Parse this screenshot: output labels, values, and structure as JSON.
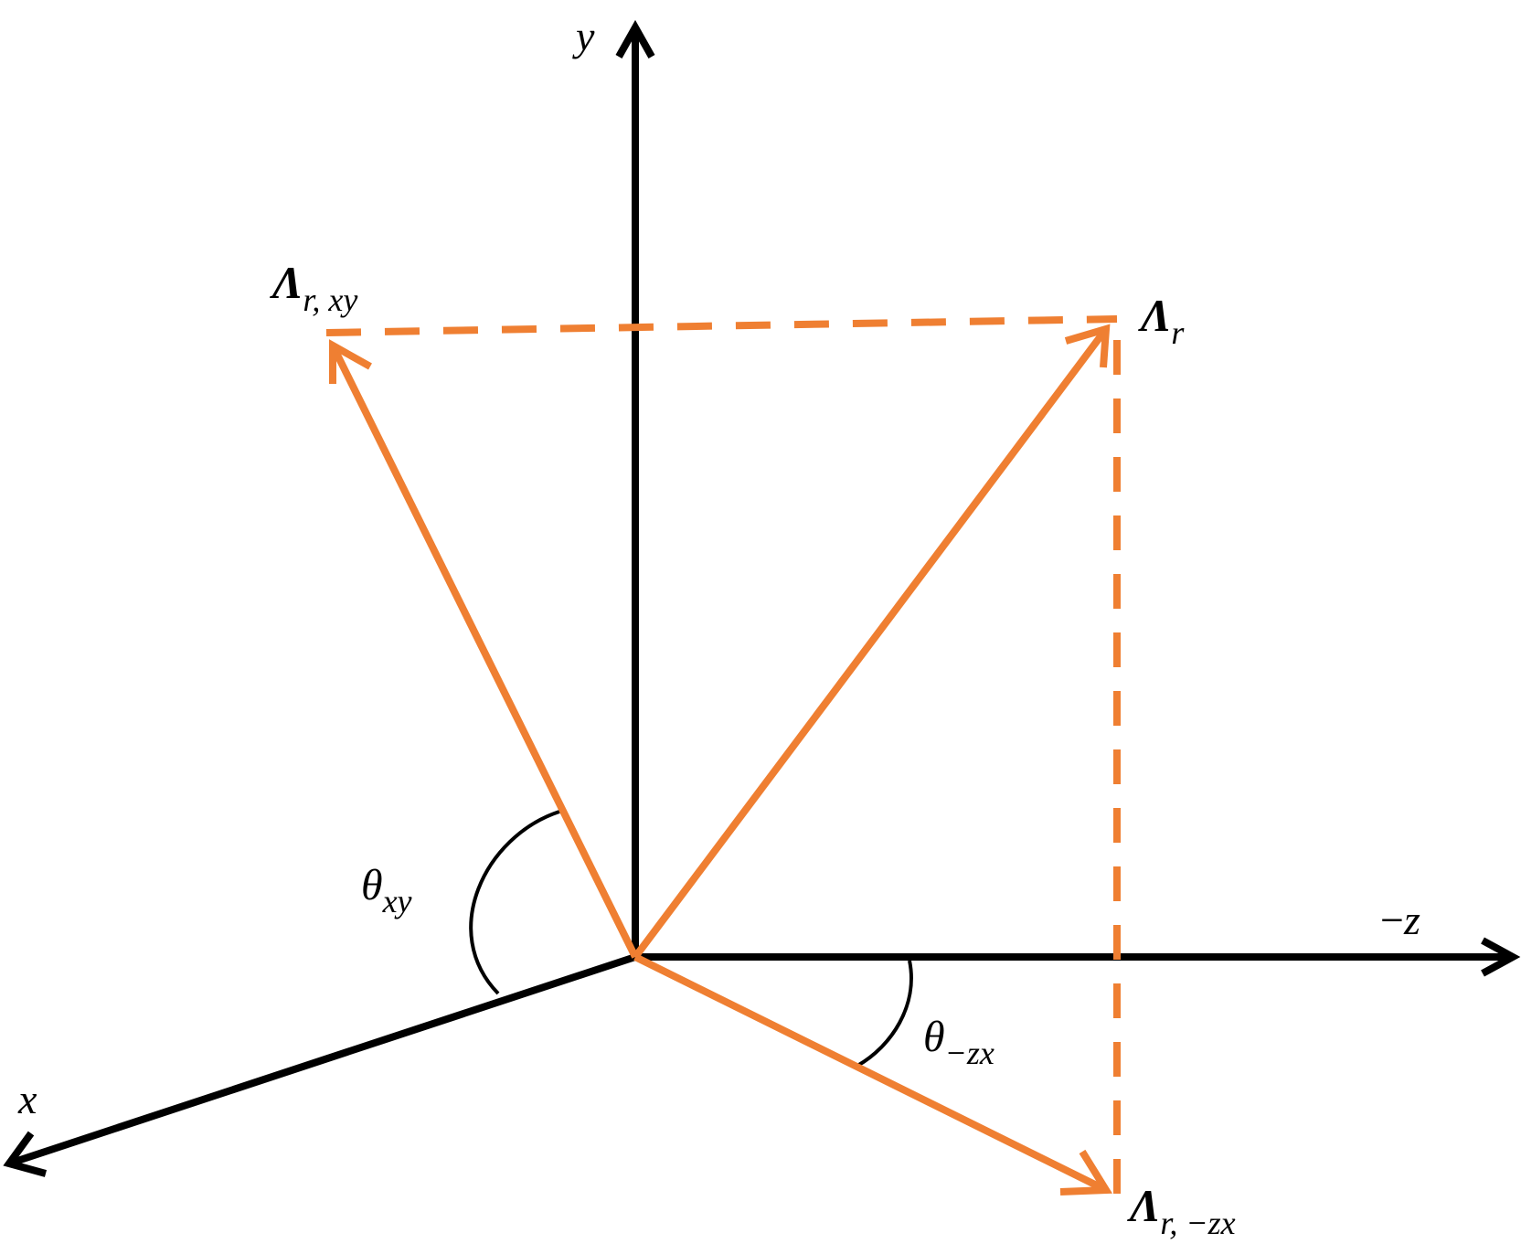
{
  "colors": {
    "axis": "#000000",
    "vector": "#ef7f32",
    "background": "#ffffff"
  },
  "axes": {
    "y": {
      "var": "y"
    },
    "z": {
      "sign": "−",
      "var": "z"
    },
    "x": {
      "var": "x"
    }
  },
  "vectors": {
    "r": {
      "symbol": "Λ",
      "sub": "r"
    },
    "r_xy": {
      "symbol": "Λ",
      "sub": "r, xy"
    },
    "r_zx": {
      "symbol": "Λ",
      "sub": "r, −zx"
    }
  },
  "angles": {
    "xy": {
      "symbol": "θ",
      "sub": "xy"
    },
    "zx": {
      "symbol": "θ",
      "sub": "−zx"
    }
  }
}
